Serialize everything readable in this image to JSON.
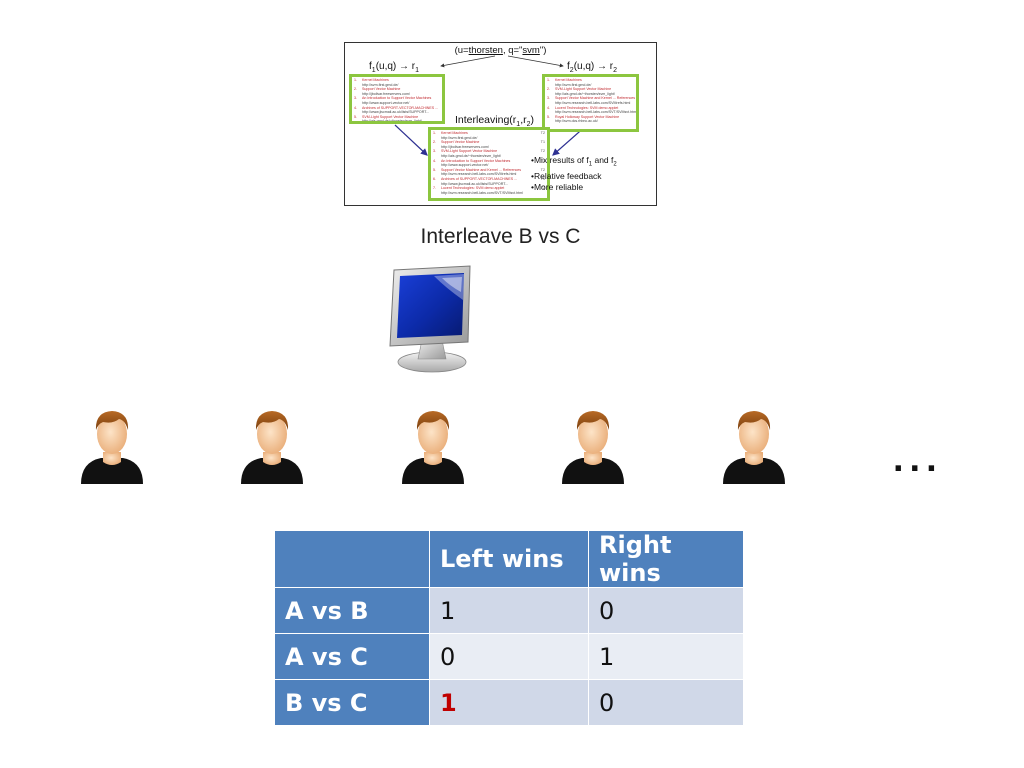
{
  "figure": {
    "query": "(u=thorsten, q=\"svm\")",
    "query_user": "thorsten",
    "query_term": "svm",
    "f1_label": "f1(u,q) → r1",
    "f2_label": "f2(u,q) → r2",
    "interleaving_label": "Interleaving(r1,r2)",
    "bullets": [
      "•Mix results of f1 and f2",
      "•Relative feedback",
      "•More reliable"
    ],
    "ranking_r1": [
      {
        "n": "1.",
        "title": "Kernel Machines",
        "url": "http://svm.first.gmd.de/"
      },
      {
        "n": "2.",
        "title": "Support Vector Machine",
        "url": "http://jbolivar.freeservers.com/"
      },
      {
        "n": "3.",
        "title": "An Introduction to Support Vector Machines",
        "url": "http://www.support-vector.net/"
      },
      {
        "n": "4.",
        "title": "Archives of SUPPORT-VECTOR-MACHINES ...",
        "url": "http://www.jiscmail.ac.uk/lists/SUPPORT..."
      },
      {
        "n": "5.",
        "title": "SVM-Light Support Vector Machine",
        "url": "http://ais.gmd.de/~thorsten/svm_light/"
      }
    ],
    "ranking_r2": [
      {
        "n": "1.",
        "title": "Kernel Machines",
        "url": "http://svm.first.gmd.de/"
      },
      {
        "n": "2.",
        "title": "SVM-Light Support Vector Machine",
        "url": "http://ais.gmd.de/~thorsten/svm_light/"
      },
      {
        "n": "3.",
        "title": "Support Vector Machine and Kernel ... References",
        "url": "http://svm.research.bell-labs.com/SVMrefs.html"
      },
      {
        "n": "4.",
        "title": "Lucent Technologies: SVM demo applet",
        "url": "http://svm.research.bell-labs.com/SVT/SVMsvt.html"
      },
      {
        "n": "5.",
        "title": "Royal Holloway Support Vector Machine",
        "url": "http://svm.dcs.rhbnc.ac.uk/"
      }
    ],
    "ranking_interleaved": [
      {
        "n": "1.",
        "title": "Kernel Machines",
        "url": "http://svm.first.gmd.de/",
        "tag": "T2"
      },
      {
        "n": "2.",
        "title": "Support Vector Machine",
        "url": "http://jbolivar.freeservers.com/",
        "tag": "T1"
      },
      {
        "n": "3.",
        "title": "SVM-Light Support Vector Machine",
        "url": "http://ais.gmd.de/~thorsten/svm_light/",
        "tag": "T2"
      },
      {
        "n": "4.",
        "title": "An Introduction to Support Vector Machines",
        "url": "http://www.support-vector.net/",
        "tag": "T1"
      },
      {
        "n": "5.",
        "title": "Support Vector Machine and Kernel ... References",
        "url": "http://svm.research.bell-labs.com/SVMrefs.html",
        "tag": "T2"
      },
      {
        "n": "6.",
        "title": "Archives of SUPPORT-VECTOR-MACHINES ...",
        "url": "http://www.jiscmail.ac.uk/lists/SUPPORT...",
        "tag": "T1"
      },
      {
        "n": "7.",
        "title": "Lucent Technologies: SVM demo applet",
        "url": "http://svm.research.bell-labs.com/SVT/SVMsvt.html",
        "tag": "T2"
      }
    ]
  },
  "caption": "Interleave B vs C",
  "ellipsis": "…",
  "table": {
    "headers": [
      "",
      "Left wins",
      "Right wins"
    ],
    "rows": [
      {
        "label": "A vs B",
        "left": "1",
        "right": "0"
      },
      {
        "label": "A vs C",
        "left": "0",
        "right": "1"
      },
      {
        "label": "B vs C",
        "left": "1",
        "right": "0"
      }
    ],
    "highlight_color": "#c00000"
  },
  "colors": {
    "table_header": "#4f81bd",
    "row_band_dark": "#d0d8e8",
    "row_band_light": "#e9edf4",
    "ranking_border": "#8cc63f",
    "arrow": "#2e3192"
  }
}
